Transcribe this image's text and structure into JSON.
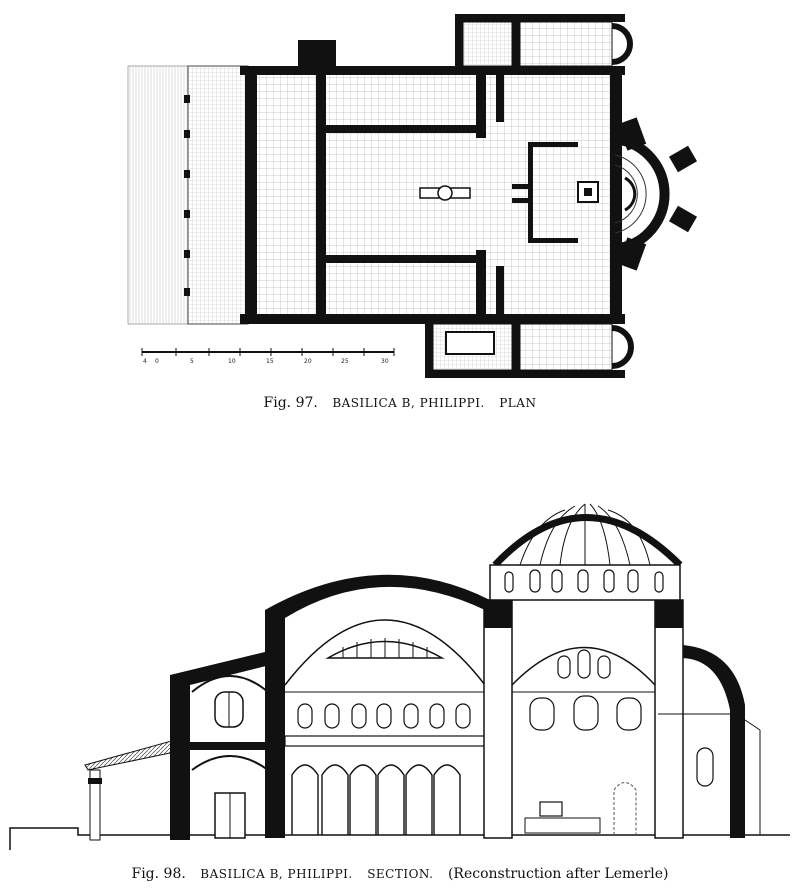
{
  "plan": {
    "caption_fig": "Fig. 97.",
    "caption_title": "BASILICA B, PHILIPPI.",
    "caption_kind": "PLAN",
    "scale_labels": [
      "4",
      "0",
      "5",
      "10",
      "15",
      "20",
      "25",
      "30"
    ]
  },
  "section": {
    "caption_fig": "Fig. 98.",
    "caption_title": "BASILICA B, PHILIPPI.",
    "caption_kind": "SECTION.",
    "caption_note": "(Reconstruction after Lemerle)"
  },
  "colors": {
    "ink": "#111111",
    "paper": "#ffffff",
    "hatch": "#555555"
  }
}
